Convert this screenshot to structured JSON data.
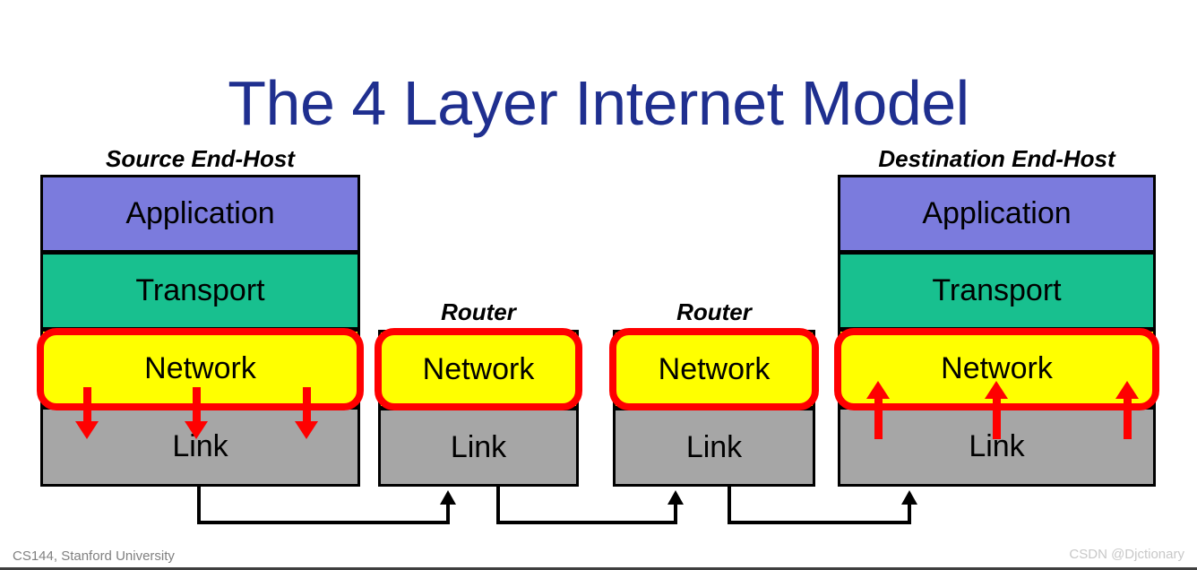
{
  "slide": {
    "title": "The 4 Layer Internet Model",
    "title_color": "#1f2f8f",
    "background": "#ffffff"
  },
  "colors": {
    "application": "#7b7bdd",
    "transport": "#18c08f",
    "network": "#ffff00",
    "link": "#a6a6a6",
    "highlight": "#ff0000",
    "outline": "#000000"
  },
  "nodes": {
    "source": {
      "caption": "Source End-Host",
      "layers": [
        {
          "label": "Application"
        },
        {
          "label": "Transport"
        },
        {
          "label": "Network"
        },
        {
          "label": "Link"
        }
      ]
    },
    "router1": {
      "caption": "Router",
      "layers": [
        {
          "label": "Network"
        },
        {
          "label": "Link"
        }
      ]
    },
    "router2": {
      "caption": "Router",
      "layers": [
        {
          "label": "Network"
        },
        {
          "label": "Link"
        }
      ]
    },
    "destination": {
      "caption": "Destination End-Host",
      "layers": [
        {
          "label": "Application"
        },
        {
          "label": "Transport"
        },
        {
          "label": "Network"
        },
        {
          "label": "Link"
        }
      ]
    }
  },
  "footer": {
    "course": "CS144, Stanford University",
    "watermark": "CSDN @Djctionary"
  }
}
